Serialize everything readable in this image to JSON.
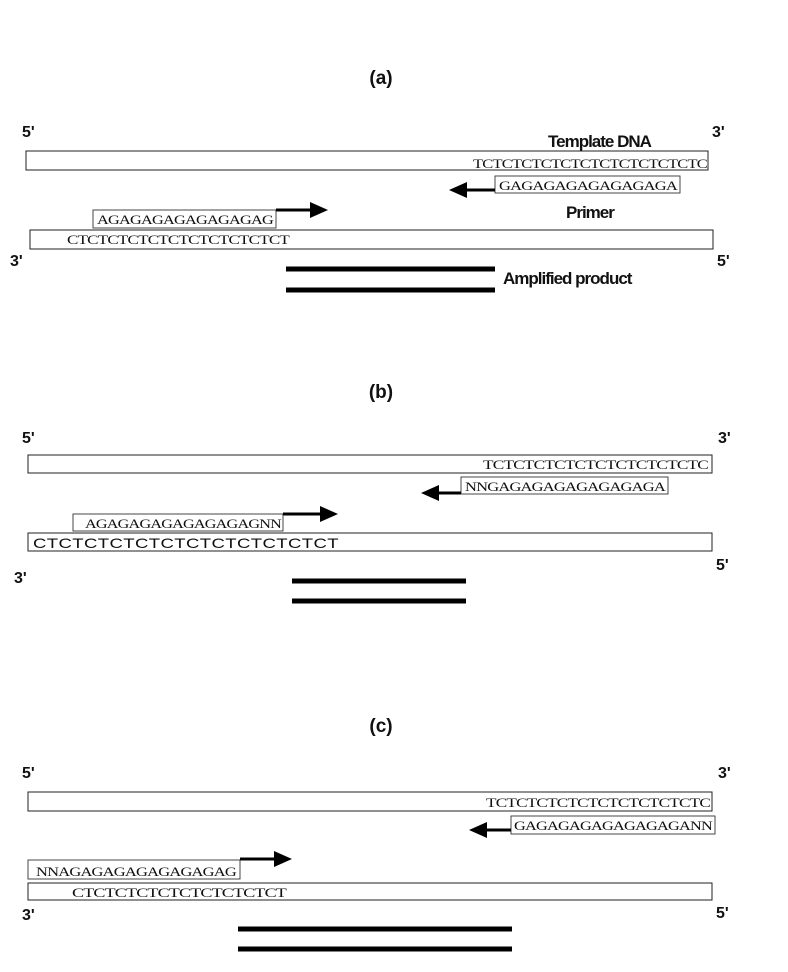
{
  "panels": [
    {
      "label": "(a)",
      "top_end_left": "5'",
      "top_end_right": "3'",
      "bottom_end_left": "3'",
      "bottom_end_right": "5'",
      "template_label": "Template DNA",
      "primer_label": "Primer",
      "product_label": "Amplified product",
      "top_strand_seq": "TCTCTCTCTCTCTCTCTCTCTCTC",
      "reverse_primer_seq": "GAGAGAGAGAGAGAGA",
      "forward_primer_seq": "AGAGAGAGAGAGAGAG",
      "bottom_strand_seq": "CTCTCTCTCTCTCTCTCTCTCT"
    },
    {
      "label": "(b)",
      "top_end_left": "5'",
      "top_end_right": "3'",
      "bottom_end_left": "3'",
      "bottom_end_right": "5'",
      "top_strand_seq": "TCTCTCTCTCTCTCTCTCTCTC",
      "reverse_primer_seq": "NNGAGAGAGAGAGAGAGA",
      "forward_primer_seq": "AGAGAGAGAGAGAGAGNN",
      "bottom_strand_seq": "CTCTCTCTCTCTCTCTCTCTCTCT"
    },
    {
      "label": "(c)",
      "top_end_left": "5'",
      "top_end_right": "3'",
      "bottom_end_left": "3'",
      "bottom_end_right": "5'",
      "top_strand_seq": "TCTCTCTCTCTCTCTCTCTCTC",
      "reverse_primer_seq": "GAGAGAGAGAGAGAGANN",
      "forward_primer_seq": "NNAGAGAGAGAGAGAGAG",
      "bottom_strand_seq": "CTCTCTCTCTCTCTCTCTCT"
    }
  ]
}
